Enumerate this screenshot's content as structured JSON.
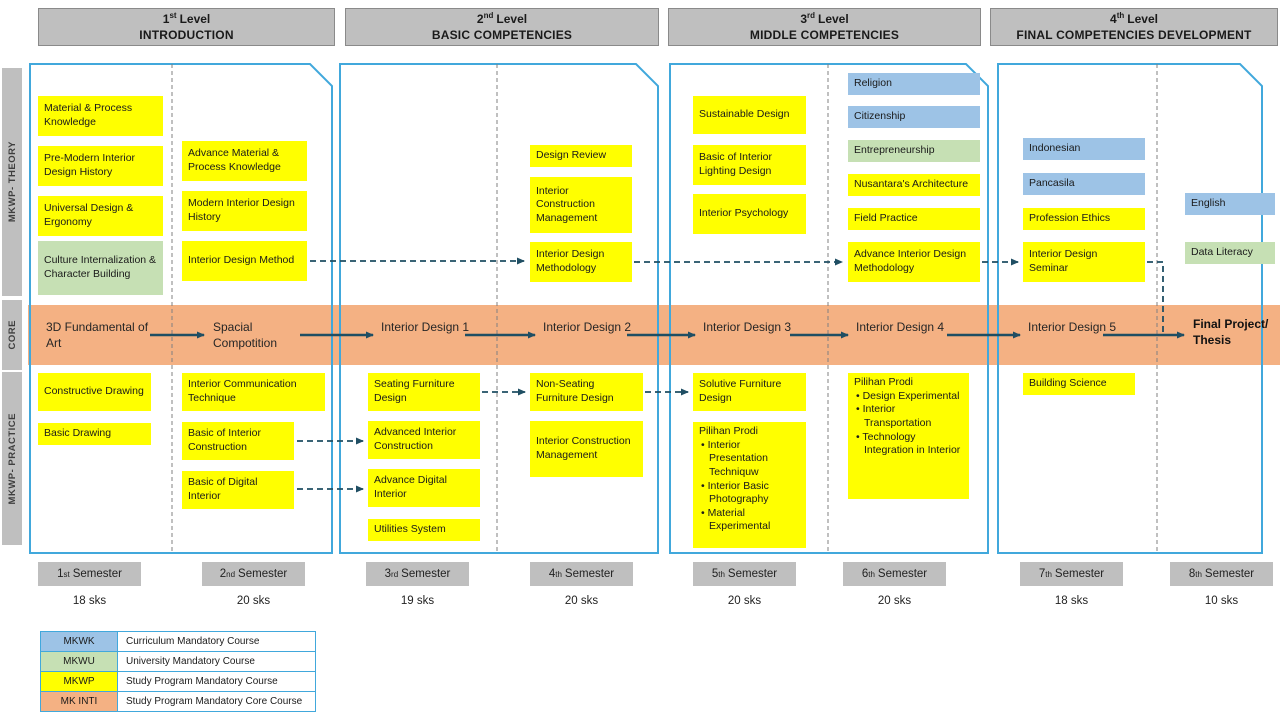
{
  "levels": [
    {
      "num": "1",
      "ord": "st",
      "word": "Level",
      "subtitle": "INTRODUCTION"
    },
    {
      "num": "2",
      "ord": "nd",
      "word": "Level",
      "subtitle": "BASIC COMPETENCIES"
    },
    {
      "num": "3",
      "ord": "rd",
      "word": "Level",
      "subtitle": "MIDDLE COMPETENCIES"
    },
    {
      "num": "4",
      "ord": "th",
      "word": "Level",
      "subtitle": "FINAL COMPETENCIES DEVELOPMENT"
    }
  ],
  "side_labels": {
    "theory": "MKWP- THEORY",
    "core": "CORE",
    "practice": "MKWP- PRACTICE"
  },
  "core_courses": [
    "3D Fundamental of Art",
    "Spacial Compotition",
    "Interior Design 1",
    "Interior Design 2",
    "Interior Design 3",
    "Interior Design 4",
    "Interior Design 5",
    "Final Project/ Thesis"
  ],
  "theory": {
    "s1": [
      "Material & Process Knowledge",
      "Pre-Modern Interior Design History",
      "Universal Design & Ergonomy",
      "Culture Internalization & Character Building"
    ],
    "s2": [
      "Advance Material & Process Knowledge",
      "Modern Interior Design History",
      "Interior Design Method"
    ],
    "s4": [
      "Design Review",
      "Interior Construction Management",
      "Interior Design Methodology"
    ],
    "s5": [
      "Sustainable Design",
      "Basic of Interior Lighting Design",
      "Interior Psychology"
    ],
    "s6": [
      "Religion",
      "Citizenship",
      "Entrepreneurship",
      "Nusantara's Architecture",
      "Field Practice",
      "Advance Interior Design Methodology"
    ],
    "s7": [
      "Indonesian",
      "Pancasila",
      "Profession Ethics",
      "Interior Design Seminar"
    ],
    "s8": [
      "English",
      "Data Literacy"
    ]
  },
  "practice": {
    "s1": [
      "Constructive Drawing",
      "Basic Drawing"
    ],
    "s2": [
      "Interior Communication Technique",
      "Basic of Interior Construction",
      "Basic of Digital Interior"
    ],
    "s3": [
      "Seating Furniture Design",
      "Advanced Interior Construction",
      "Advance Digital Interior",
      "Utilities System"
    ],
    "s4": [
      "Non-Seating Furniture Design",
      "Interior Construction Management"
    ],
    "s5": [
      "Solutive Furniture Design"
    ],
    "s7": [
      "Building Science"
    ],
    "pilihan5": {
      "title": "Pilihan Prodi",
      "items": [
        "Interior Presentation Techniquw",
        "Interior Basic Photography",
        "Material Experimental"
      ]
    },
    "pilihan6": {
      "title": "Pilihan Prodi",
      "items": [
        "Design Experimental",
        "Interior Transportation",
        "Technology Integration in Interior"
      ]
    }
  },
  "semesters": [
    {
      "num": "1",
      "ord": "st",
      "word": "Semester",
      "sks": "18 sks"
    },
    {
      "num": "2",
      "ord": "nd",
      "word": "Semester",
      "sks": "20 sks"
    },
    {
      "num": "3",
      "ord": "rd",
      "word": "Semester",
      "sks": "19 sks"
    },
    {
      "num": "4",
      "ord": "th",
      "word": "Semester",
      "sks": "20 sks"
    },
    {
      "num": "5",
      "ord": "th",
      "word": "Semester",
      "sks": "20 sks"
    },
    {
      "num": "6",
      "ord": "th",
      "word": "Semester",
      "sks": "20 sks"
    },
    {
      "num": "7",
      "ord": "th",
      "word": "Semester",
      "sks": "18 sks"
    },
    {
      "num": "8",
      "ord": "th",
      "word": "Semester",
      "sks": "10 sks"
    }
  ],
  "legend": [
    {
      "code": "MKWK",
      "desc": "Curriculum Mandatory Course",
      "type": "blue"
    },
    {
      "code": "MKWU",
      "desc": "University Mandatory Course",
      "type": "green"
    },
    {
      "code": "MKWP",
      "desc": "Study Program Mandatory Course",
      "type": "yellow"
    },
    {
      "code": "MK INTI",
      "desc": "Study Program Mandatory Core Course",
      "type": "salmon"
    }
  ],
  "colors": {
    "mkwk_blue": "#9DC3E6",
    "mkwu_green": "#C6E0B4",
    "mkwp_yellow": "#FFFF00",
    "mk_inti_salmon": "#F4B183",
    "header_gray": "#BFBFBF",
    "level_border_blue": "#41A8DC",
    "arrow_dark": "#1F4E63"
  }
}
